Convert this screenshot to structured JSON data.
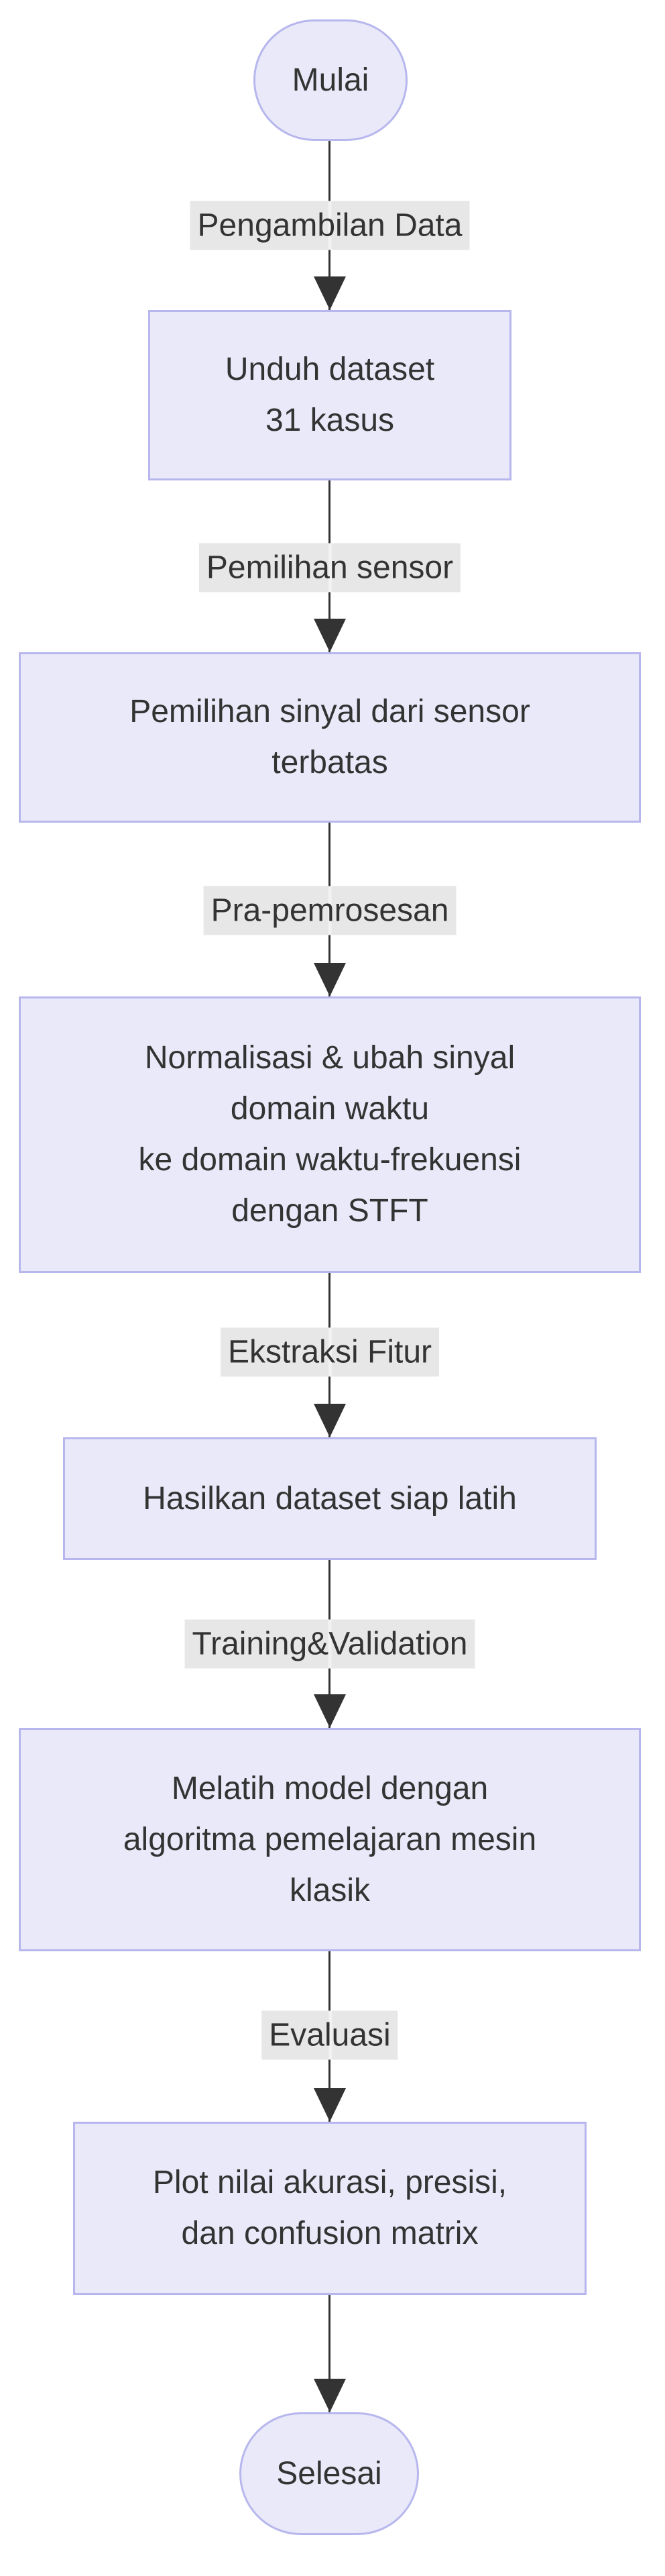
{
  "diagram": {
    "type": "flowchart-top-down",
    "nodes": [
      {
        "id": "start",
        "shape": "stadium",
        "label": "Mulai"
      },
      {
        "id": "unduh",
        "shape": "process",
        "lines": [
          "Unduh dataset",
          "31 kasus"
        ]
      },
      {
        "id": "pilih",
        "shape": "process",
        "lines": [
          "Pemilihan sinyal dari sensor",
          "terbatas"
        ]
      },
      {
        "id": "praproses",
        "shape": "process",
        "lines": [
          "Normalisasi & ubah sinyal",
          "domain waktu",
          "ke domain waktu-frekuensi",
          "dengan STFT"
        ]
      },
      {
        "id": "hasil",
        "shape": "process",
        "lines": [
          "Hasilkan dataset siap latih"
        ]
      },
      {
        "id": "latih",
        "shape": "process",
        "lines": [
          "Melatih model dengan",
          "algoritma pemelajaran mesin",
          "klasik"
        ]
      },
      {
        "id": "plot",
        "shape": "process",
        "lines": [
          "Plot nilai akurasi, presisi,",
          "dan confusion matrix"
        ]
      },
      {
        "id": "end",
        "shape": "stadium",
        "label": "Selesai"
      }
    ],
    "edges": [
      {
        "from": "start",
        "to": "unduh",
        "label": "Pengambilan Data"
      },
      {
        "from": "unduh",
        "to": "pilih",
        "label": "Pemilihan sensor"
      },
      {
        "from": "pilih",
        "to": "praproses",
        "label": "Pra-pemrosesan"
      },
      {
        "from": "praproses",
        "to": "hasil",
        "label": "Ekstraksi Fitur"
      },
      {
        "from": "hasil",
        "to": "latih",
        "label": "Training&Validation"
      },
      {
        "from": "latih",
        "to": "plot",
        "label": "Evaluasi"
      },
      {
        "from": "plot",
        "to": "end",
        "label": ""
      }
    ],
    "colors": {
      "node_fill": "#e9e9f9",
      "node_border": "#b7b7ee",
      "edge_line": "#333333",
      "edge_label_bg": "#e7e7e7",
      "text": "#333333",
      "canvas_bg": "#ffffff"
    }
  }
}
